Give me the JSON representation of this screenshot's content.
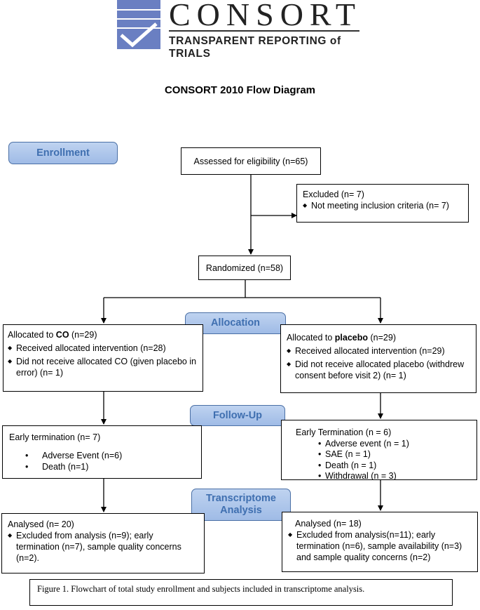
{
  "logo": {
    "word": "CONSORT",
    "subtitle": "TRANSPARENT REPORTING of TRIALS",
    "colors": {
      "primary": "#6a7fc2",
      "check": "#ffffff"
    }
  },
  "title": "CONSORT 2010 Flow Diagram",
  "stages": {
    "enrollment": "Enrollment",
    "allocation": "Allocation",
    "followup": "Follow-Up",
    "transcriptome_line1": "Transcriptome",
    "transcriptome_line2": "Analysis"
  },
  "assessed": "Assessed for eligibility (n=65)",
  "excluded": {
    "title": "Excluded (n= 7)",
    "items": [
      "Not meeting inclusion criteria (n= 7)"
    ]
  },
  "randomized": "Randomized (n=58)",
  "alloc_co": {
    "prefix": "Allocated to ",
    "bold": "CO",
    "suffix": " (n=29)",
    "items": [
      "Received allocated intervention (n=28)",
      "Did not receive allocated CO (given placebo in error) (n= 1)"
    ]
  },
  "alloc_placebo": {
    "prefix": "Allocated to ",
    "bold": "placebo",
    "suffix": " (n=29)",
    "items": [
      "Received allocated intervention (n=29)",
      "Did not receive allocated placebo (withdrew consent before visit 2) (n= 1)"
    ]
  },
  "follow_co": {
    "title": "Early termination (n= 7)",
    "items": [
      "Adverse Event (n=6)",
      "Death (n=1)"
    ]
  },
  "follow_placebo": {
    "title": "Early Termination (n = 6)",
    "items": [
      "Adverse event (n = 1)",
      "SAE (n = 1)",
      "Death (n = 1)",
      "Withdrawal (n = 3)"
    ]
  },
  "analysis_co": {
    "title": "Analysed (n= 20)",
    "items": [
      "Excluded from analysis (n=9); early termination (n=7), sample quality concerns (n=2)."
    ]
  },
  "analysis_placebo": {
    "title": "Analysed (n= 18)",
    "items": [
      "Excluded from analysis(n=11); early termination (n=6), sample availability (n=3) and sample quality concerns (n=2)"
    ]
  },
  "caption": "Figure 1. Flowchart of total study enrollment and subjects included in transcriptome analysis.",
  "bullet_glyphs": {
    "diamond": "◆",
    "dot": "•"
  }
}
